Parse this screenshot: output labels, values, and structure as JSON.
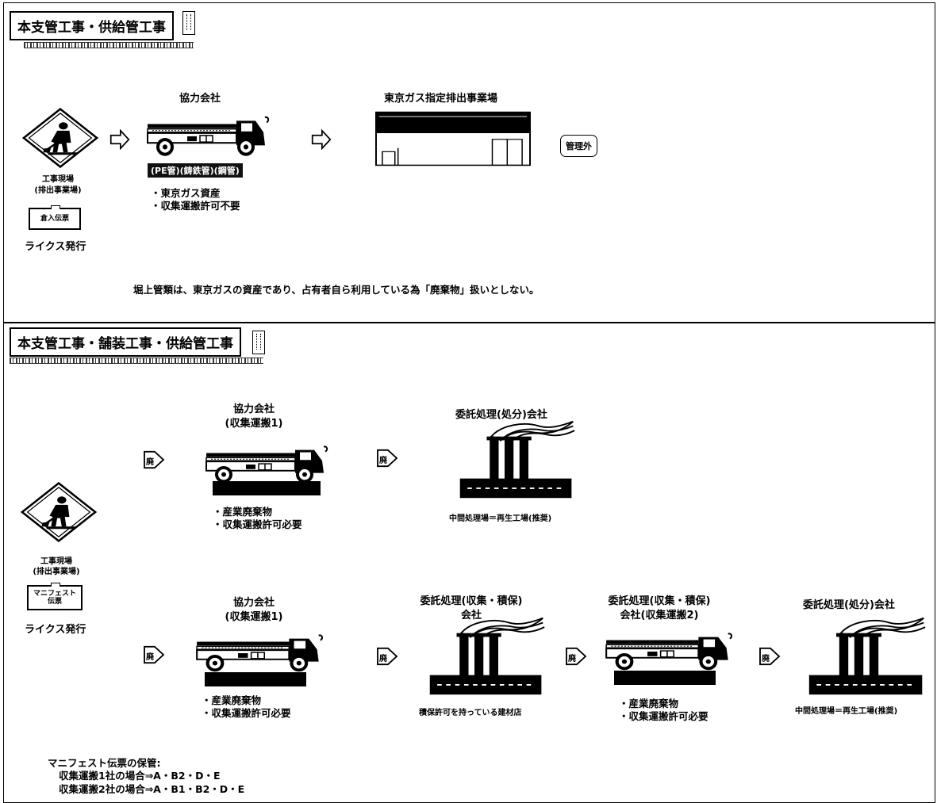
{
  "top": {
    "title": "本支管工事・供給管工事",
    "site_label_1": "工事現場",
    "site_label_2": "(排出事業場)",
    "slip_label": "倉入伝票",
    "raikusu": "ライクス発行",
    "contractor": "協力会社",
    "truck_label": "(PE管)(鋳鉄管)(鋼管)",
    "notes": [
      "・東京ガス資産",
      "・収集運搬許可不要"
    ],
    "facility": "東京ガス指定排出事業場",
    "out_of_scope": "管理外",
    "footer": "堀上管類は、東京ガスの資産であり、占有者自ら利用している為「廃棄物」扱いとしない。"
  },
  "bottom": {
    "title": "本支管工事・舗装工事・供給管工事",
    "site_label_1": "工事現場",
    "site_label_2": "(排出事業場)",
    "slip_label_1": "マニフェスト",
    "slip_label_2": "伝票",
    "raikusu": "ライクス発行",
    "arrow_text": "廃",
    "row1": {
      "contractor_1": "協力会社",
      "contractor_2": "(収集運搬1)",
      "notes": [
        "・産業廃棄物",
        "・収集運搬許可必要"
      ],
      "plant_title": "委託処理(処分)会社",
      "plant_caption": "中間処理場＝再生工場(推奨)"
    },
    "row2": {
      "contractor_1": "協力会社",
      "contractor_2": "(収集運搬1)",
      "notes": [
        "・産業廃棄物",
        "・収集運搬許可必要"
      ],
      "storage_title_1": "委託処理(収集・積保)",
      "storage_title_2": "会社",
      "storage_caption": "積保許可を持っている建材店",
      "carrier2_title_1": "委託処理(収集・積保)",
      "carrier2_title_2": "会社(収集運搬2)",
      "carrier2_notes": [
        "・産業廃棄物",
        "・収集運搬許可必要"
      ],
      "plant_title": "委託処理(処分)会社",
      "plant_caption": "中間処理場＝再生工場(推奨)"
    },
    "manifest": {
      "heading": "マニフェスト伝票の保管:",
      "line1": "収集運搬1社の場合⇒A・B2・D・E",
      "line2": "収集運搬2社の場合⇒A・B1・B2・D・E"
    }
  }
}
